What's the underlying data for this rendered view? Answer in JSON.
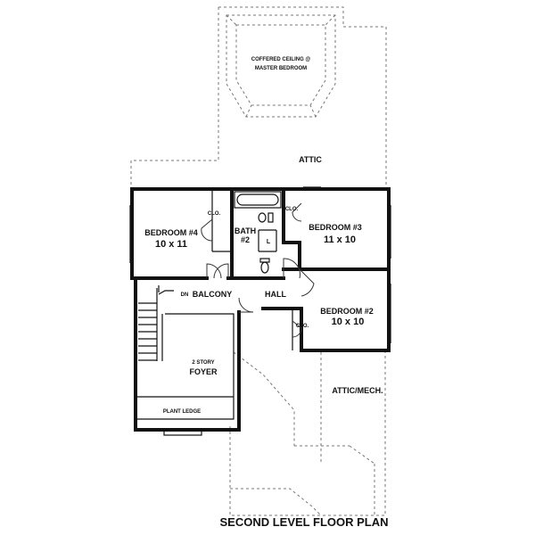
{
  "plan": {
    "title": "SECOND LEVEL FLOOR PLAN",
    "rooms": {
      "coffered_1": "COFFERED CEILING @",
      "coffered_2": "MASTER BEDROOM",
      "attic": "ATTIC",
      "bedroom4_name": "BEDROOM #4",
      "bedroom4_size": "10 x 11",
      "clo_a": "CLO.",
      "bath_name": "BATH",
      "bath_num": "#2",
      "linen": "L",
      "clo_b": "CLO.",
      "bedroom3_name": "BEDROOM #3",
      "bedroom3_size": "11 x 10",
      "dn": "DN",
      "balcony": "BALCONY",
      "hall": "HALL",
      "bedroom2_name": "BEDROOM #2",
      "bedroom2_size": "10 x 10",
      "clo_c": "CLO.",
      "foyer_1": "2 STORY",
      "foyer_2": "FOYER",
      "attic_mech": "ATTIC/MECH.",
      "plant_ledge": "PLANT LEDGE"
    }
  }
}
